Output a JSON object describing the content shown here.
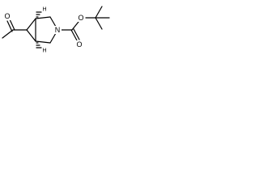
{
  "diagram": {
    "type": "chemical-structure",
    "atom_labels": {
      "ketone_oxygen": "O",
      "ring_nitrogen": "N",
      "carbonyl_oxygen": "O",
      "ester_oxygen": "O",
      "stereo_hydrogen_top": "H",
      "stereo_hydrogen_bottom": "H"
    }
  }
}
